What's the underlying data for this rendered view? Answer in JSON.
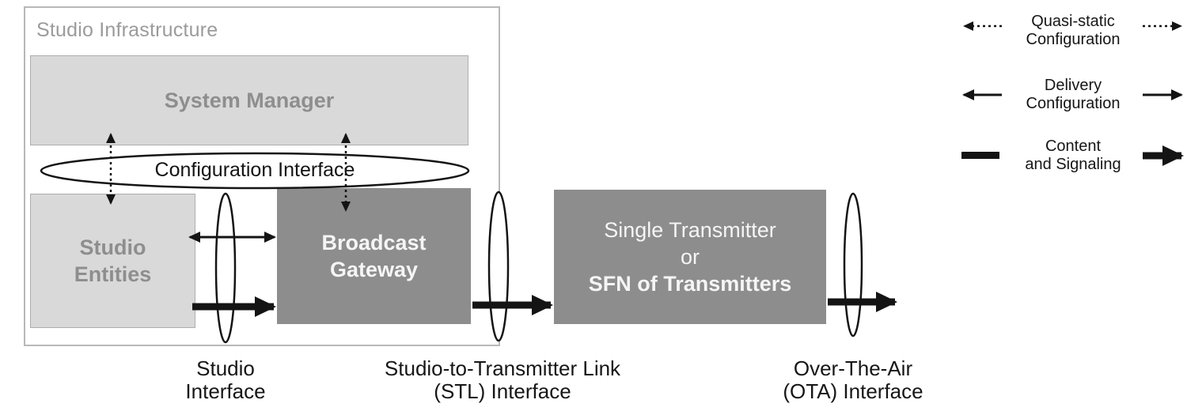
{
  "colors": {
    "box_light": "#d9d9d9",
    "box_dark": "#8d8d8d",
    "box_light_text": "#8e8e8e",
    "outer_border": "#b8b8b8",
    "ink": "#141414",
    "background": "#ffffff"
  },
  "blocks": {
    "studio_infrastructure": "Studio Infrastructure",
    "system_manager": "System Manager",
    "configuration_interface": "Configuration Interface",
    "studio_entities": {
      "line1": "Studio",
      "line2": "Entities"
    },
    "broadcast_gateway": {
      "line1": "Broadcast",
      "line2": "Gateway"
    },
    "transmitter": {
      "line1": "Single Transmitter",
      "line2": "or",
      "line3": "SFN of Transmitters"
    }
  },
  "interface_labels": {
    "studio": {
      "line1": "Studio",
      "line2": "Interface"
    },
    "stl": {
      "line1": "Studio-to-Transmitter Link",
      "line2": "(STL) Interface"
    },
    "ota": {
      "line1": "Over-The-Air",
      "line2": "(OTA) Interface"
    }
  },
  "legend": [
    {
      "line1": "Quasi-static",
      "line2": "Configuration"
    },
    {
      "line1": "Delivery",
      "line2": "Configuration"
    },
    {
      "line1": "Content",
      "line2": "and Signaling"
    }
  ]
}
